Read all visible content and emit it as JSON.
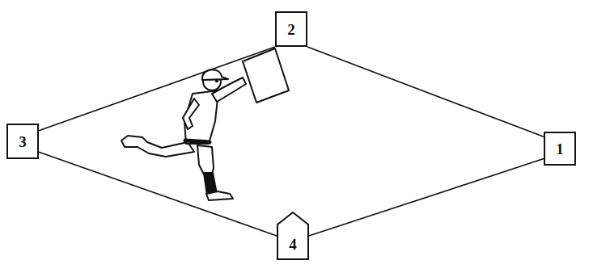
{
  "diagram": {
    "nodes": [
      {
        "text": [
          "2"
        ]
      },
      {
        "text": [
          "3"
        ]
      },
      {
        "text": [
          "1"
        ]
      },
      {
        "text": [
          "4"
        ]
      }
    ],
    "edges": [
      {
        "from": 0,
        "to": 1,
        "arrow": "none"
      },
      {
        "from": 1,
        "to": 3,
        "arrow": "none"
      },
      {
        "from": 3,
        "to": 2,
        "arrow": "none"
      },
      {
        "from": 2,
        "to": 0,
        "arrow": "none"
      }
    ]
  }
}
